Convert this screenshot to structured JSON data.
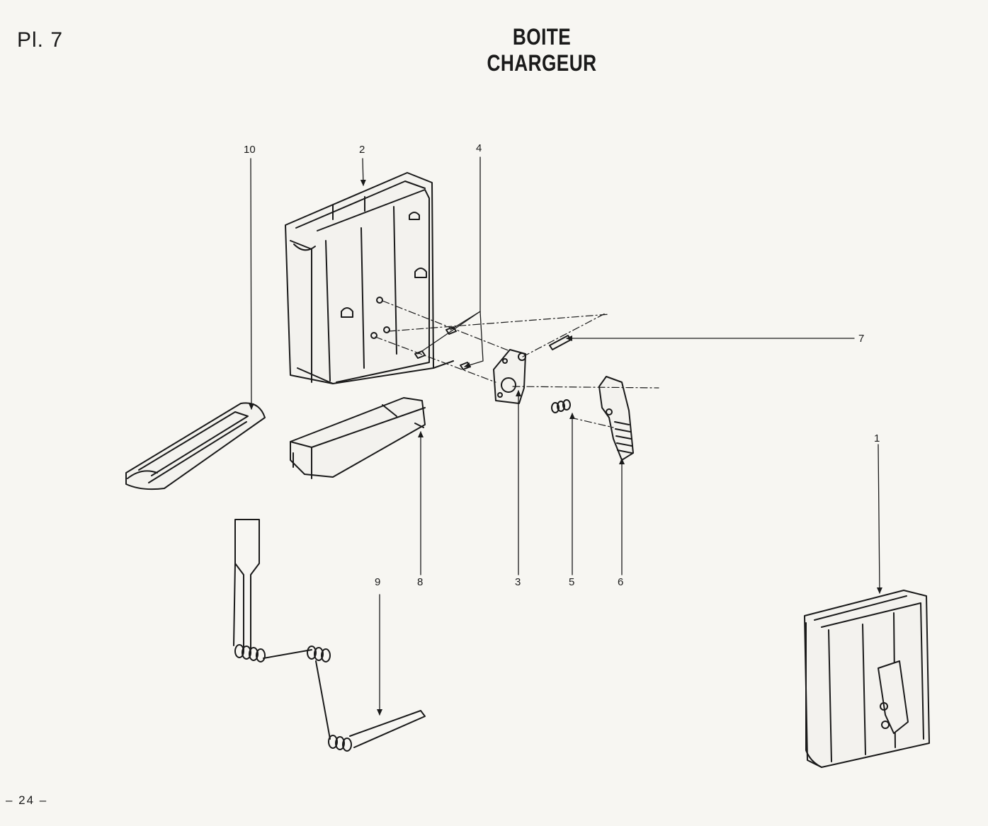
{
  "plate": {
    "number": "Pl. 7",
    "title": "BOITE CHARGEUR",
    "page": "– 24 –"
  },
  "callouts": {
    "c1": "1",
    "c2": "2",
    "c3": "3",
    "c4": "4",
    "c5": "5",
    "c6": "6",
    "c7": "7",
    "c8": "8",
    "c9": "9",
    "c10": "10"
  }
}
